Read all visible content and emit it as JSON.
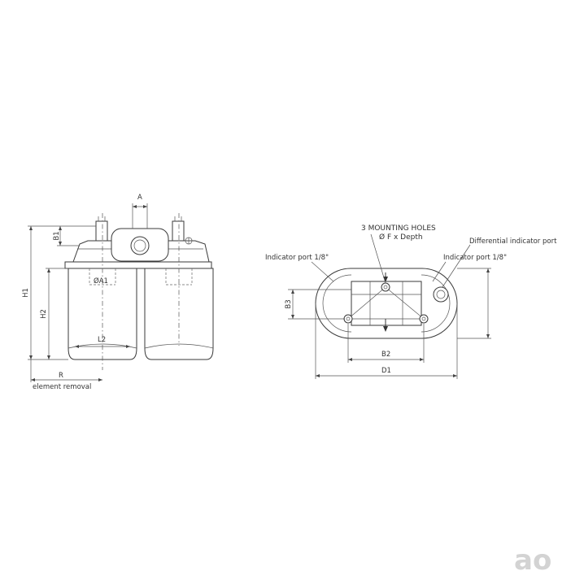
{
  "labels": {
    "a": "A",
    "b1": "B1",
    "h1": "H1",
    "h2": "H2",
    "a1": "ØA1",
    "l2": "L2",
    "r": "R",
    "element_removal": "element removal",
    "mounting_holes": "3 MOUNTING HOLES",
    "f_depth": "Ø F x Depth",
    "differential_indicator_port": "Differential indicator port",
    "indicator_port_left": "Indicator port 1/8\"",
    "indicator_port_right": "Indicator port 1/8\"",
    "b3": "B3",
    "b2": "B2",
    "d1": "D1"
  },
  "logo": {
    "text": "ao",
    "color": "#d3d3d3"
  }
}
